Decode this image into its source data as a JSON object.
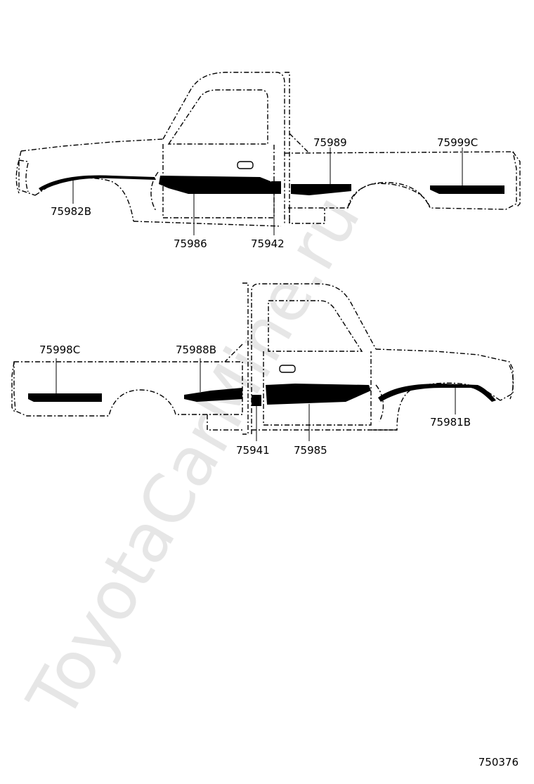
{
  "watermark": "ToyotaCarMine.ru",
  "diagram_id": "750376",
  "labels": {
    "p75982B": "75982B",
    "p75986": "75986",
    "p75942": "75942",
    "p75989": "75989",
    "p75999C": "75999C",
    "p75998C": "75998C",
    "p75988B": "75988B",
    "p75941": "75941",
    "p75985": "75985",
    "p75981B": "75981B"
  }
}
